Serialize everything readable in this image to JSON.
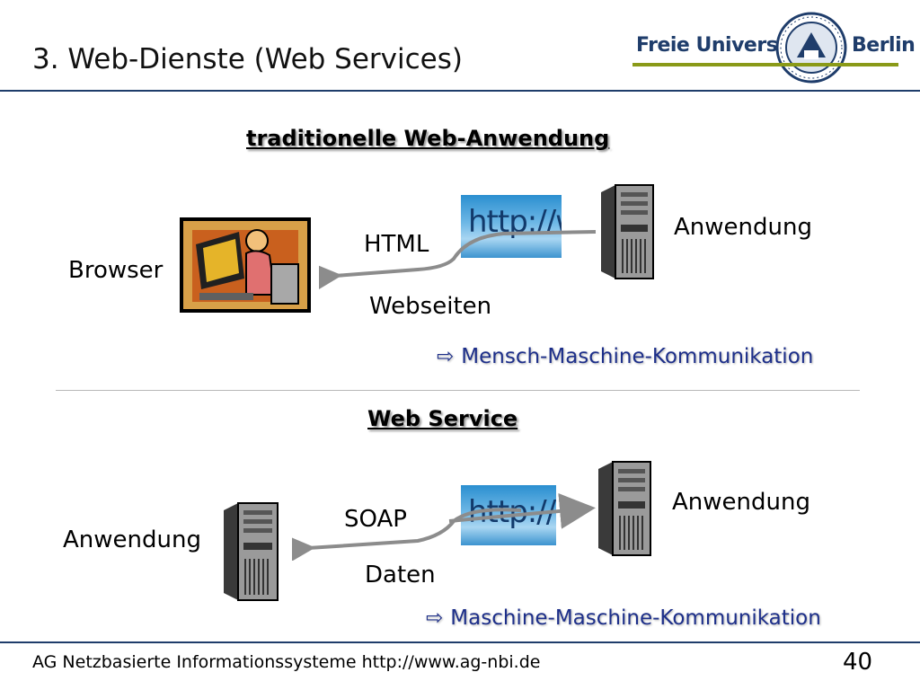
{
  "header": {
    "title": "3. Web-Dienste (Web Services)",
    "logo_text_left": "Freie Universität",
    "logo_text_right": "Berlin"
  },
  "traditional": {
    "heading": "traditionelle Web-Anwendung",
    "client_label": "Browser",
    "server_label": "Anwendung",
    "protocol_label": "HTML",
    "payload_label": "Webseiten",
    "http_badge": "http://www",
    "note": "Mensch-Maschine-Kommunikation"
  },
  "webservice": {
    "heading": "Web Service",
    "client_label": "Anwendung",
    "server_label": "Anwendung",
    "protocol_label": "SOAP",
    "payload_label": "Daten",
    "http_badge": "http://www",
    "note": "Maschine-Maschine-Kommunikation"
  },
  "footer": {
    "text": "AG Netzbasierte Informationssysteme http://www.ag-nbi.de",
    "page_number": "40"
  },
  "icons": {
    "note_arrow": "⇨"
  },
  "colors": {
    "accent_rule": "#8a9a18",
    "navy_rule": "#1f3d6b",
    "note_text": "#1d2f8a"
  }
}
